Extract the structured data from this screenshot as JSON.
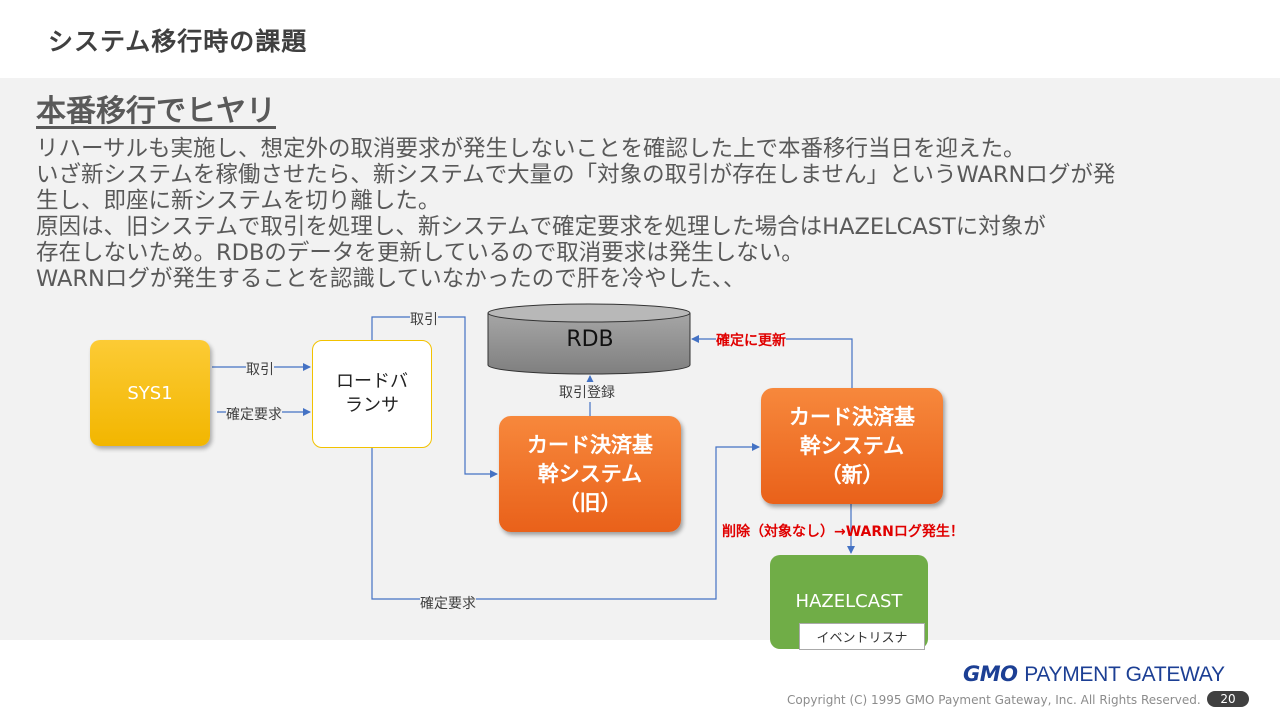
{
  "header": {
    "title": "システム移行時の課題"
  },
  "section": {
    "title": "本番移行でヒヤリ"
  },
  "body_lines": [
    "リハーサルも実施し、想定外の取消要求が発生しないことを確認した上で本番移行当日を迎えた。",
    "いざ新システムを稼働させたら、新システムで大量の「対象の取引が存在しません」というWARNログが発",
    "生し、即座に新システムを切り離した。",
    "原因は、旧システムで取引を処理し、新システムで確定要求を処理した場合はHAZELCASTに対象が",
    "存在しないため。RDBのデータを更新しているので取消要求は発生しない。",
    "WARNログが発生することを認識していなかったので肝を冷やした、、"
  ],
  "diagram": {
    "nodes": {
      "sys1": "SYS1",
      "load_balancer_line1": "ロードバ",
      "load_balancer_line2": "ランサ",
      "rdb": "RDB",
      "old_system_line1": "カード決済基",
      "old_system_line2": "幹システム",
      "old_system_line3": "（旧）",
      "new_system_line1": "カード決済基",
      "new_system_line2": "幹システム",
      "new_system_line3": "（新）",
      "hazelcast": "HAZELCAST",
      "event_listener": "イベントリスナ"
    },
    "edges": {
      "sys1_to_lb_trade": "取引",
      "sys1_to_lb_confirm": "確定要求",
      "lb_to_old_trade": "取引",
      "old_to_rdb": "取引登録",
      "new_to_rdb": "確定に更新",
      "lb_to_new_confirm": "確定要求",
      "new_to_hazel": "削除（対象なし）→WARNログ発生！"
    },
    "colors": {
      "sys1": "#f2b600",
      "cbs": "#ed6d22",
      "hazelcast": "#70ad47",
      "connector": "#4472c4",
      "warning_text": "#e00000"
    }
  },
  "footer": {
    "logo_mark": "GMO",
    "logo_text": "PAYMENT GATEWAY",
    "copyright": "Copyright (C) 1995 GMO Payment Gateway, Inc. All Rights Reserved.",
    "page_number": "20"
  }
}
